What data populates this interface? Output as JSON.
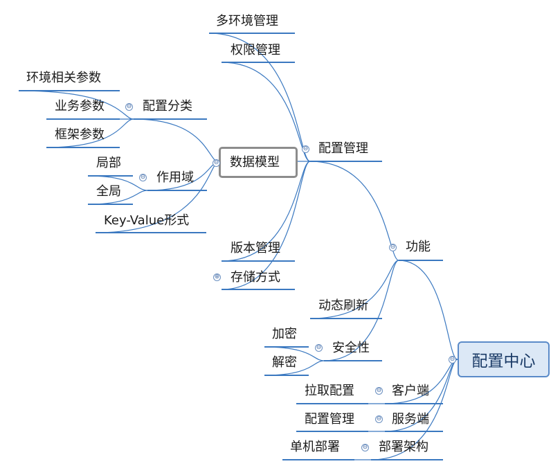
{
  "root": {
    "label": "配置中心"
  },
  "nodes": {
    "gongneng": "功能",
    "peizhi_guanli": "配置管理",
    "duohuanjing": "多环境管理",
    "quanxian": "权限管理",
    "shuju_moxing": "数据模型",
    "peizhi_fenlei": "配置分类",
    "huanjing_canshu": "环境相关参数",
    "yewu_canshu": "业务参数",
    "kuangjia_canshu": "框架参数",
    "zuoyongyu": "作用域",
    "jubu": "局部",
    "quanju": "全局",
    "kv": "Key-Value形式",
    "banben": "版本管理",
    "cunchu": "存储方式",
    "dongtai": "动态刷新",
    "anquan": "安全性",
    "jiami": "加密",
    "jiemi": "解密",
    "kehuduan": "客户端",
    "laqu": "拉取配置",
    "fuwuduan": "服务端",
    "fw_peizhi": "配置管理",
    "bushu": "部署架构",
    "danji": "单机部署"
  },
  "toggles": {
    "collapse": "⊖",
    "expand": "⊕"
  },
  "colors": {
    "line": "#3a78c0",
    "root_fill": "#dce8f6",
    "root_border": "#5a8ac8",
    "selection": "#8c8c8c"
  }
}
